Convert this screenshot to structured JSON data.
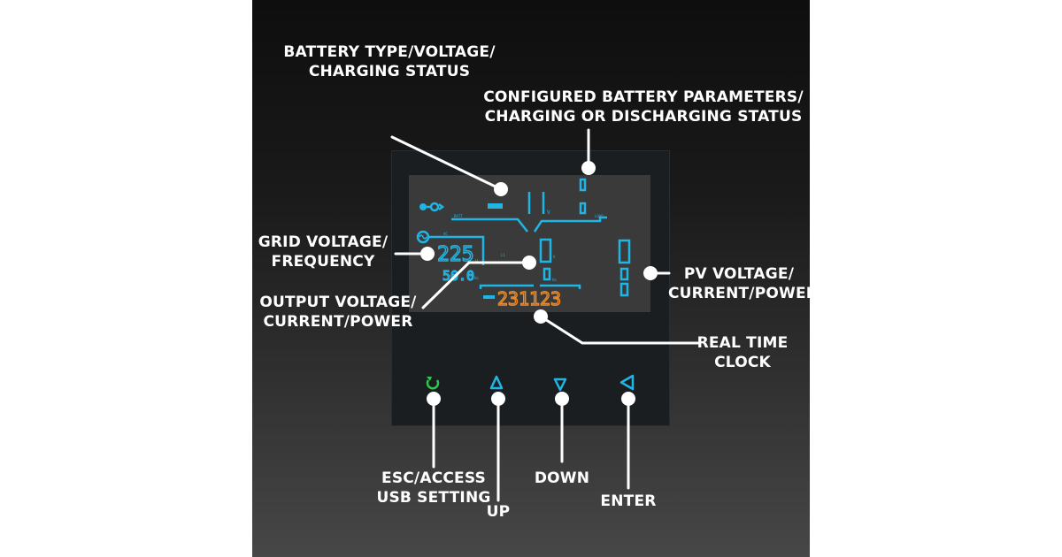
{
  "labels": {
    "battery": [
      "BATTERY TYPE/VOLTAGE/",
      "CHARGING STATUS"
    ],
    "configured": [
      "CONFIGURED BATTERY PARAMETERS/",
      "CHARGING OR DISCHARGING STATUS"
    ],
    "grid": [
      "GRID VOLTAGE/",
      "FREQUENCY"
    ],
    "output": [
      "OUTPUT VOLTAGE/",
      "CURRENT/POWER"
    ],
    "pv": [
      "PV VOLTAGE/",
      "CURRENT/POWER"
    ],
    "clock": [
      "REAL TIME",
      "CLOCK"
    ],
    "esc": [
      "ESC/ACCESS",
      "USB SETTING"
    ],
    "up": "UP",
    "down": "DOWN",
    "enter": "ENTER"
  },
  "lcd": {
    "battery_value": "11",
    "battery_unit": "V",
    "batt_label": "BATT",
    "load_label": "LOAD",
    "load_v": "0",
    "load_a": "0",
    "grid_voltage": "225",
    "grid_voltage_unit": "V",
    "grid_freq": "50.0",
    "grid_freq_unit": "Hz",
    "line_label": "L1",
    "ac_label": "AC",
    "output_v": "0",
    "output_hz": "0",
    "pv_v": "0",
    "pv_a": "0",
    "pv_w": "0",
    "clock_value": "231123"
  },
  "buttons": [
    {
      "name": "esc",
      "icon": "refresh-icon",
      "color": "#2ec84a"
    },
    {
      "name": "up",
      "icon": "triangle-up-icon",
      "color": "#1fb6e6"
    },
    {
      "name": "down",
      "icon": "triangle-down-icon",
      "color": "#1fb6e6"
    },
    {
      "name": "enter",
      "icon": "triangle-left-icon",
      "color": "#1fb6e6"
    }
  ],
  "colors": {
    "lcd_segment": "#1fb6e6",
    "clock_segment": "#f08a24",
    "esc_icon": "#2ec84a",
    "callout": "#ffffff"
  }
}
